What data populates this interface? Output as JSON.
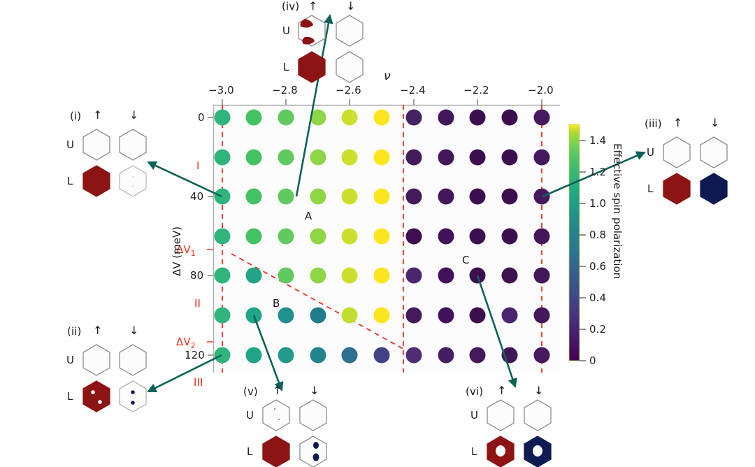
{
  "figure": {
    "x_axis_label": "ν",
    "y_axis_label": "ΔV (meV)",
    "x_ticks": [
      "−3.0",
      "−2.8",
      "−2.6",
      "−2.4",
      "−2.2",
      "−2.0"
    ],
    "x_tick_values": [
      -3.0,
      -2.8,
      -2.6,
      -2.4,
      -2.2,
      -2.0
    ],
    "y_ticks": [
      "0",
      "40",
      "80",
      "120"
    ],
    "y_tick_values": [
      0,
      40,
      80,
      120
    ],
    "y_special_ticks": [
      "ΔV",
      "ΔV"
    ],
    "dv1_label": "ΔV",
    "dv1_sub": "1",
    "dv2_label": "ΔV",
    "dv2_sub": "2",
    "region_labels": [
      "I",
      "II",
      "III"
    ],
    "point_labels": [
      "A",
      "B",
      "C"
    ],
    "colorbar": {
      "title": "Effective spin polarization",
      "ticks": [
        "0",
        "0.2",
        "0.4",
        "0.6",
        "0.8",
        "1.0",
        "1.2",
        "1.4"
      ],
      "tick_values": [
        0,
        0.2,
        0.4,
        0.6,
        0.8,
        1.0,
        1.2,
        1.4
      ],
      "vmin": 0,
      "vmax": 1.5,
      "colormap": "viridis"
    },
    "accent_red": "#e8311c",
    "arrow_color": "#0d6157",
    "hex_fill_up": "#8c1414",
    "hex_fill_down": "#101a52",
    "hex_stroke": "#888888"
  },
  "chart_data": {
    "type": "scatter",
    "title": "",
    "xlabel": "ν",
    "ylabel": "ΔV (meV)",
    "xlim": [
      -3.05,
      -1.95
    ],
    "ylim": [
      -10,
      130
    ],
    "grid": false,
    "legend": "colorbar right",
    "colormap": "viridis",
    "cmin": 0,
    "cmax": 1.5,
    "x": [
      -3.0,
      -2.9,
      -2.8,
      -2.7,
      -2.6,
      -2.5,
      -2.4,
      -2.3,
      -2.2,
      -2.1,
      -2.0
    ],
    "y": [
      0,
      20,
      40,
      60,
      80,
      100,
      120
    ],
    "values": [
      [
        1.05,
        1.13,
        1.22,
        1.3,
        1.38,
        1.47,
        0.06,
        0.05,
        0.04,
        0.04,
        0.07
      ],
      [
        1.05,
        1.13,
        1.22,
        1.3,
        1.38,
        1.47,
        0.05,
        0.05,
        0.04,
        0.04,
        0.07
      ],
      [
        1.05,
        1.13,
        1.22,
        1.3,
        1.38,
        1.47,
        0.05,
        0.04,
        0.04,
        0.04,
        0.07
      ],
      [
        1.05,
        1.13,
        1.22,
        1.3,
        1.38,
        1.47,
        0.05,
        0.04,
        0.04,
        0.04,
        0.07
      ],
      [
        1.04,
        0.98,
        1.2,
        1.3,
        1.38,
        1.47,
        0.08,
        0.04,
        0.04,
        0.04,
        0.07
      ],
      [
        1.04,
        0.97,
        0.84,
        0.75,
        1.32,
        1.47,
        0.05,
        0.04,
        0.04,
        0.09,
        0.07
      ],
      [
        1.03,
        0.96,
        0.83,
        0.7,
        0.58,
        0.35,
        0.13,
        0.05,
        0.05,
        0.05,
        0.07
      ]
    ],
    "annotations": [
      {
        "label": "A",
        "x": -2.8,
        "y": 40
      },
      {
        "label": "B",
        "x": -2.9,
        "y": 80
      },
      {
        "label": "C",
        "x": -2.2,
        "y": 80
      }
    ],
    "vlines": [
      -2.45,
      -2.0
    ],
    "diag_line": {
      "from": [
        -2.97,
        57
      ],
      "to": [
        -2.45,
        117
      ]
    }
  },
  "insets": {
    "i": {
      "label": "(i)",
      "up_arrow": "↑",
      "down_arrow": "↓",
      "upper_label": "U",
      "lower_label": "L"
    },
    "ii": {
      "label": "(ii)",
      "up_arrow": "↑",
      "down_arrow": "↓",
      "upper_label": "U",
      "lower_label": "L"
    },
    "iii": {
      "label": "(iii)",
      "up_arrow": "↑",
      "down_arrow": "↓",
      "upper_label": "U",
      "lower_label": "L"
    },
    "iv": {
      "label": "(iv)",
      "up_arrow": "↑",
      "down_arrow": "↓",
      "upper_label": "U",
      "lower_label": "L"
    },
    "v": {
      "label": "(v)",
      "up_arrow": "↑",
      "down_arrow": "↓",
      "upper_label": "U",
      "lower_label": "L"
    },
    "vi": {
      "label": "(vi)",
      "up_arrow": "↑",
      "down_arrow": "↓",
      "upper_label": "U",
      "lower_label": "L"
    }
  }
}
